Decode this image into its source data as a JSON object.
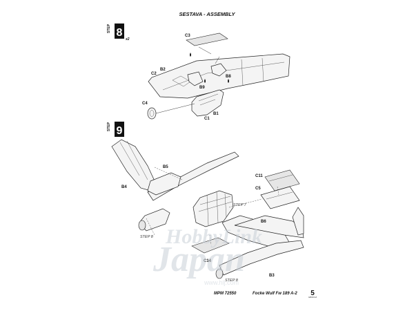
{
  "header": {
    "title": "SESTAVA -  ASSEMBLY"
  },
  "steps": [
    {
      "id": "step8",
      "word": "STEP",
      "number": "8",
      "multiplier": "x2"
    },
    {
      "id": "step9",
      "word": "STEP",
      "number": "9"
    }
  ],
  "step8_labels": {
    "c3": "C3",
    "b2": "B2",
    "c2": "C2",
    "b8": "B8",
    "b9": "B9",
    "c4": "C4",
    "b1": "B1",
    "c1": "C1"
  },
  "step9_labels": {
    "b5": "B5",
    "b4": "B4",
    "c11": "C11",
    "c5": "C5",
    "b6": "B6",
    "c14": "C14",
    "b3": "B3",
    "ref_step7": "STEP 7",
    "ref_step8_left": "STEP 8",
    "ref_step8_bottom": "STEP 8"
  },
  "footer": {
    "code": "MPM 72550",
    "model": "Focke Wulf Fw 189 A-2",
    "page_number": "5",
    "page_sub": "GB/D/CZ"
  },
  "watermark": {
    "line1": "HobbyLink",
    "line2": "Japan",
    "url": "www.hlj.com"
  },
  "colors": {
    "ink": "#222222",
    "watermark": "#c9d0d8",
    "paper": "#ffffff"
  }
}
